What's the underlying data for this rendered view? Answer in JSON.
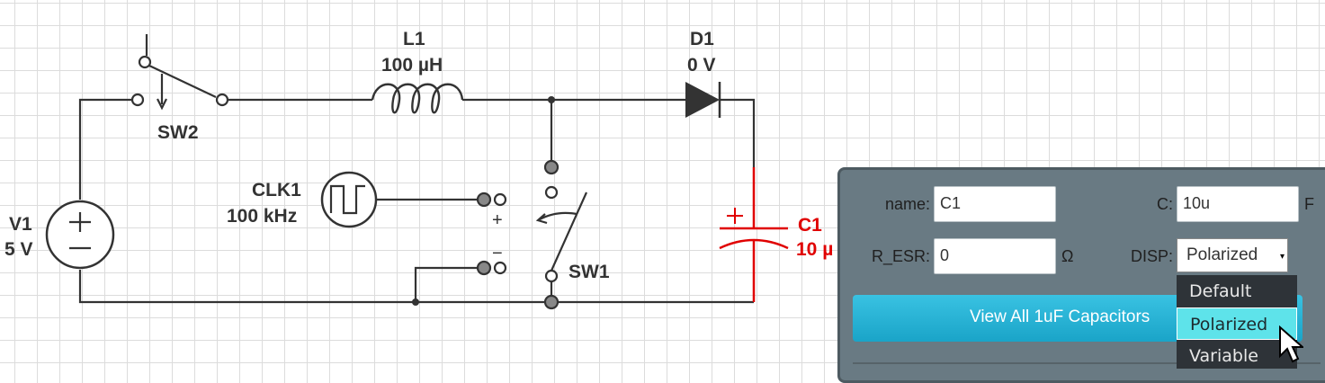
{
  "components": {
    "v1": {
      "name": "V1",
      "value": "5 V"
    },
    "sw2": {
      "name": "SW2"
    },
    "l1": {
      "name": "L1",
      "value": "100 µH"
    },
    "d1": {
      "name": "D1",
      "value": "0 V"
    },
    "clk1": {
      "name": "CLK1",
      "value": "100 kHz"
    },
    "sw1": {
      "name": "SW1",
      "plus": "+",
      "minus": "−"
    },
    "c1": {
      "name": "C1",
      "value": "10 µ",
      "polarity": "+"
    }
  },
  "properties_panel": {
    "name_label": "name:",
    "name_value": "C1",
    "c_label": "C:",
    "c_value": "10u",
    "c_unit": "F",
    "resr_label": "R_ESR:",
    "resr_value": "0",
    "resr_unit": "Ω",
    "disp_label": "DISP:",
    "disp_value": "Polarized",
    "view_button": "View All 1uF Capacitors",
    "disp_options": [
      "Default",
      "Polarized",
      "Variable"
    ],
    "disp_selected": "Polarized"
  },
  "colors": {
    "wire": "#333333",
    "selected": "#e00000",
    "highlight": "#5ee3ea",
    "button": "#1aa4c8"
  }
}
